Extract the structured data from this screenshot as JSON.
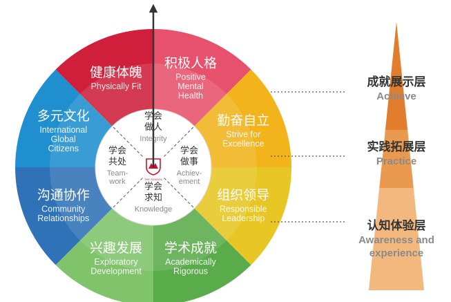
{
  "segments": [
    {
      "zh": "积极人格",
      "en": [
        "Positive",
        "Mental",
        "Health"
      ],
      "color": "#e8516c"
    },
    {
      "zh": "勤奋自立",
      "en": [
        "Strive for",
        "Excellence"
      ],
      "color": "#f2b31b"
    },
    {
      "zh": "组织领导",
      "en": [
        "Responsible",
        "Leadership"
      ],
      "color": "#e8c623"
    },
    {
      "zh": "学术成就",
      "en": [
        "Academically",
        "Rigorous"
      ],
      "color": "#5aab4a"
    },
    {
      "zh": "兴趣发展",
      "en": [
        "Exploratory",
        "Development"
      ],
      "color": "#7fc36a"
    },
    {
      "zh": "沟通协作",
      "en": [
        "Community",
        "Relationships"
      ],
      "color": "#2f72b8"
    },
    {
      "zh": "多元文化",
      "en": [
        "International",
        "Global",
        "Citizens"
      ],
      "color": "#1f8fd0"
    },
    {
      "zh": "健康体魄",
      "en": [
        "Physically Fit"
      ],
      "color": "#cf1f3a"
    }
  ],
  "inner": [
    {
      "zh": [
        "学会",
        "做人"
      ],
      "en": [
        "Integrity"
      ]
    },
    {
      "zh": [
        "学会",
        "做事"
      ],
      "en": [
        "Achiev-",
        "ement"
      ]
    },
    {
      "zh": [
        "学会",
        "求知"
      ],
      "en": [
        "Knowledge"
      ]
    },
    {
      "zh": [
        "学会",
        "共处"
      ],
      "en": [
        "Team-",
        "work"
      ]
    }
  ],
  "logo": {
    "caption": "THE SCHOOL"
  },
  "levels": [
    {
      "zh": "成就展示层",
      "en": [
        "Achieve"
      ],
      "color": "#e27d2e"
    },
    {
      "zh": "实践拓展层",
      "en": [
        "Practice"
      ],
      "color": "#ea9a4f"
    },
    {
      "zh": "认知体验层",
      "en": [
        "Awareness and",
        "experience"
      ],
      "color": "#f2b87e"
    }
  ]
}
